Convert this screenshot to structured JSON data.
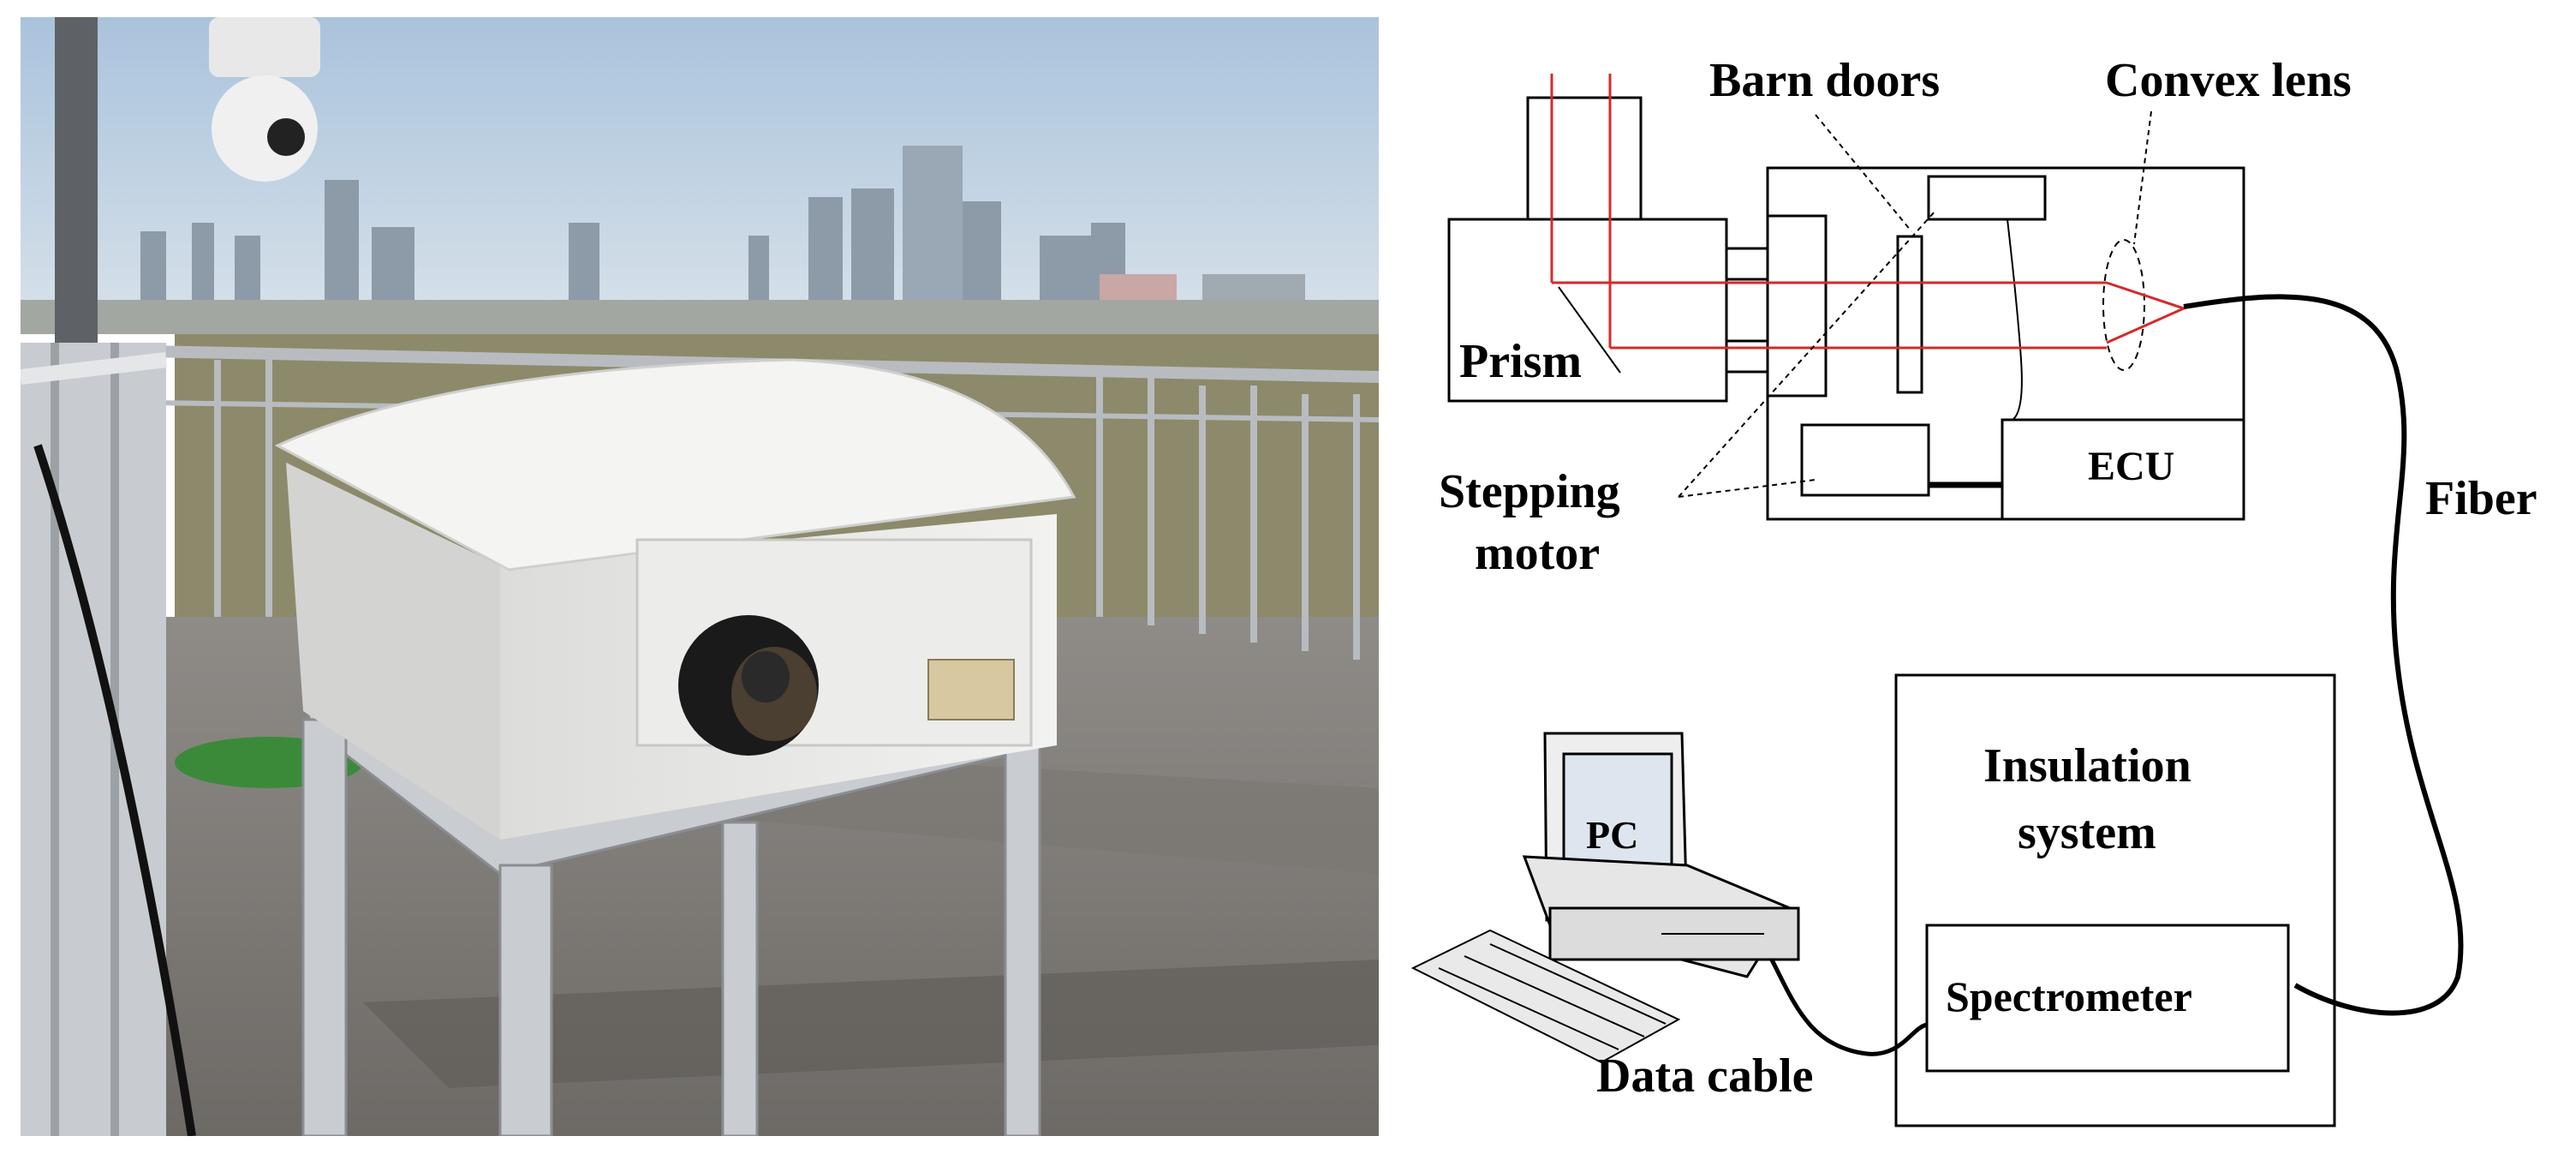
{
  "photo": {
    "alt": "Instrument enclosure with telescope on a rooftop stand, city skyline in the background"
  },
  "diagram": {
    "labels": {
      "barn_doors": "Barn doors",
      "convex_lens": "Convex lens",
      "prism": "Prism",
      "stepping_motor_line1": "Stepping",
      "stepping_motor_line2": "motor",
      "ecu": "ECU",
      "fiber": "Fiber",
      "insulation_line1": "Insulation",
      "insulation_line2": "system",
      "spectrometer": "Spectrometer",
      "pc": "PC",
      "data_cable": "Data cable"
    },
    "colors": {
      "light_path": "#d42a2a",
      "line": "#000000"
    }
  }
}
